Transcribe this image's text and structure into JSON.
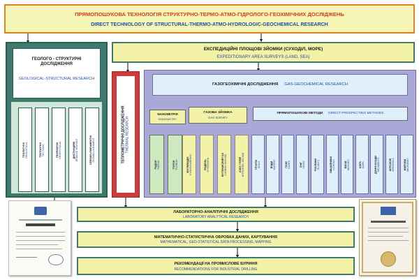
{
  "title": {
    "ua": "ПРЯМОПОШУКОВА ТЕХНОЛОГІЯ СТРУКТУРНО-ТЕРМО-АТМО-ГІДРОЛОГО-ГЕОХІМІЧНИХ ДОСЛІДЖЕНЬ",
    "en": "DIRECT TECHNOLOGY OF STRUCTURAL-THERMO-ATMO-HYDROLOGIC-GEOCHEMICAL RESEARCH"
  },
  "expedition": {
    "ua": "ЕКСПЕДИЦІЙНІ ПЛОЩОВІ ЗЙОМКИ (СУХОДІЛ, МОРЕ)",
    "en": "EXPEDITIONARY AREA SURVEYS (LAND, SEA)"
  },
  "geological": {
    "ua": "ГЕОЛОГО - СТРУКТУРНІ ДОСЛІДЖЕННЯ",
    "en": "GEOLOGICAL-STRUCTURAL RESEARCH",
    "columns": [
      {
        "ua": "ГЕОЛОГІЧНІ",
        "en": "GEOLOGICAL"
      },
      {
        "ua": "ТЕКТОНІЧНІ",
        "en": "TECTONIC"
      },
      {
        "ua": "ГЕОФІЗИЧНІ",
        "en": "GEOPHYSICAL"
      },
      {
        "ua": "ДИСТАНЦІЙНІ",
        "en": "REMOTE SENSING"
      },
      {
        "ua": "СЕЙСМО-ЛІНЕАМЕНТНІ",
        "en": "SEISMO-LINEAMENT"
      }
    ]
  },
  "thermal": {
    "ua": "ТЕПЛОМЕТРИЧНІ ДОСЛІДЖЕННЯ",
    "en": "THERMAL RESEARCH"
  },
  "gas": {
    "ua": "ГАЗОГЕОХІМІЧНІ ДОСЛІДЖЕННЯ",
    "en": "GAS-GEOCHEMICAL RESEARCH",
    "sub_left": {
      "ua": "МАНОМЕТРІЯ",
      "en": "MANOMETRY"
    },
    "sub_mid": {
      "ua": "ГАЗОВА ЗЙОМКА",
      "en": "GAS SURVEY"
    },
    "sub_right": {
      "ua": "ПРЯМОПОШУКОВІ МЕТОДИ",
      "en": "DIRECT PROSPECTING METHODS"
    },
    "green_cols": [
      {
        "ua": "РАДОН",
        "en": "RADON"
      },
      {
        "ua": "ТОРОН",
        "en": "THORON"
      }
    ],
    "yellow_cols": [
      {
        "ua": "ВУГЛЕВОДНІ",
        "en": "HYDROCARBONS"
      },
      {
        "ua": "ВОДЕНЬ",
        "en": "HYDROGEN"
      },
      {
        "ua": "ВУГЛЕКИСЛИЙ ГАЗ",
        "en": "CARBON DIOXIDE"
      },
      {
        "ua": "АЗОТ, ГЕЛІЙ",
        "en": "NITROGEN, HELIUM"
      }
    ],
    "blue_cols": [
      {
        "ua": "ГРУНТИ",
        "en": "SOILS"
      },
      {
        "ua": "ВОДИ",
        "en": "WATERS"
      },
      {
        "ua": "ГАЗИ",
        "en": "GASES"
      },
      {
        "ua": "СНІГ",
        "en": "SNOW"
      },
      {
        "ua": "РОСЛИНИ",
        "en": "PLANTS"
      },
      {
        "ua": "ЛИШАЙНИКИ",
        "en": "LICHENS"
      },
      {
        "ua": "МОХИ",
        "en": "MOSSES"
      },
      {
        "ua": "КОРА",
        "en": "BARK"
      },
      {
        "ua": "ДОННІ ОСАДИ",
        "en": "SEDIMENTS"
      },
      {
        "ua": "АЕРОЗОЛІ",
        "en": "AEROSOLS"
      },
      {
        "ua": "МІКРОБИ",
        "en": "MICROBES"
      }
    ]
  },
  "laboratory": {
    "ua": "ЛАБОРАТОРНО-АНАЛІТИЧНІ ДОСЛІДЖЕННЯ",
    "en": "LABORATORY ANALYTICAL RESEARCH"
  },
  "math": {
    "ua": "МАТЕМАТИЧНО-СТАТИСТИЧНА ОБРОБКА ДАНИХ, КАРТУВАННЯ",
    "en": "MATHEMATICAL, GEO-STATISTICAL DATA PROCESSING, MAPPING"
  },
  "recommend": {
    "ua": "РЕКОМЕНДАЦІЇ НА ПРОМИСЛОВЕ БУРІННЯ",
    "en": "RECOMMENDATIONS FOR INDUSTRIAL DRILLING"
  },
  "colors": {
    "title_fill": "#f4f4b4",
    "title_border": "#e08020",
    "title_text": "#e03a1e",
    "yellow_fill": "#f4f2a6",
    "green_border": "#3f7a6e",
    "green_fill": "#cfe7d9",
    "purple_fill": "#a9a8d6",
    "red_border": "#d03a3a",
    "light_blue": "#dff0fb"
  }
}
